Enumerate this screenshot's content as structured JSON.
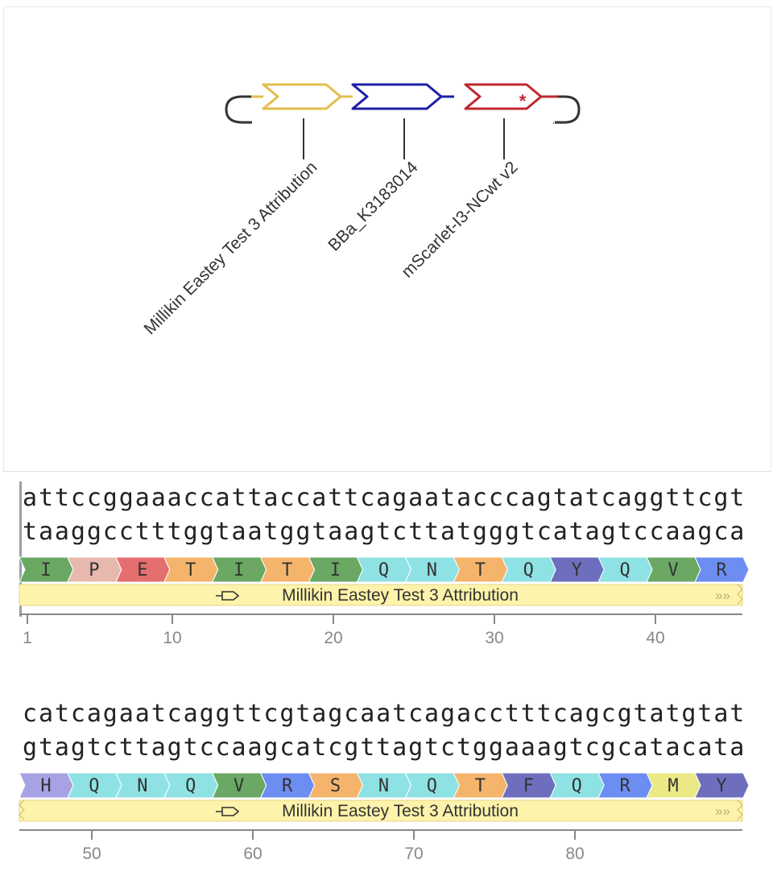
{
  "map": {
    "parts": [
      {
        "name": "Millikin Eastey Test 3 Attribution",
        "color": "#e3bd4c"
      },
      {
        "name": "BBa_K3183014",
        "color": "#1d1fa8"
      },
      {
        "name": "mScarlet-I3-NCwt v2",
        "color": "#c0282f"
      }
    ],
    "stop_mark": "*"
  },
  "rows": [
    {
      "top": "attccggaaaccattaccattcagaatacccagtatcaggttcgt",
      "bottom": "taaggcctttggtaatggtaagtcttatgggtcatagtccaagca",
      "amino_acids": [
        "I",
        "P",
        "E",
        "T",
        "I",
        "T",
        "I",
        "Q",
        "N",
        "T",
        "Q",
        "Y",
        "Q",
        "V",
        "R"
      ],
      "feature_label": "Millikin Eastey Test 3 Attribution",
      "ticks": [
        "1",
        "10",
        "20",
        "30",
        "40"
      ]
    },
    {
      "top": "catcagaatcaggttcgtagcaatcagacctttcagcgtatgtat",
      "bottom": "gtagtcttagtccaagcatcgttagtctggaaagtcgcatacata",
      "amino_acids": [
        "H",
        "Q",
        "N",
        "Q",
        "V",
        "R",
        "S",
        "N",
        "Q",
        "T",
        "F",
        "Q",
        "R",
        "M",
        "Y"
      ],
      "feature_label": "Millikin Eastey Test 3 Attribution",
      "ticks": [
        "50",
        "60",
        "70",
        "80"
      ]
    }
  ],
  "aa_colors": {
    "I": "#6aa864",
    "P": "#e7b8ad",
    "E": "#e56e6e",
    "T": "#f4b46c",
    "Q": "#8fe2e4",
    "N": "#8fe2e4",
    "Y": "#6d6fbe",
    "V": "#6aa864",
    "R": "#6c8df2",
    "H": "#a6a2e3",
    "S": "#f4b46c",
    "F": "#6d6fbe",
    "M": "#ebe985"
  },
  "feature_color": "#fdf3aa"
}
